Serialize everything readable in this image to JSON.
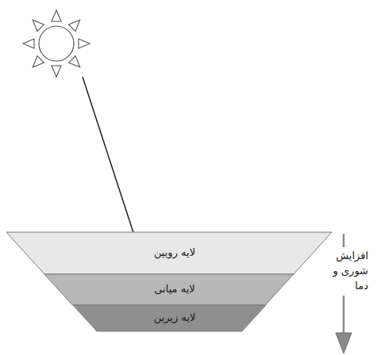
{
  "diagram": {
    "nodes": [
      {
        "text": [
          "لایه رویین"
        ]
      },
      {
        "text": [
          "لایه میانی"
        ]
      },
      {
        "text": [
          "لایه زیرین"
        ]
      }
    ],
    "labels": [
      "افزایش شوری و دما"
    ]
  }
}
